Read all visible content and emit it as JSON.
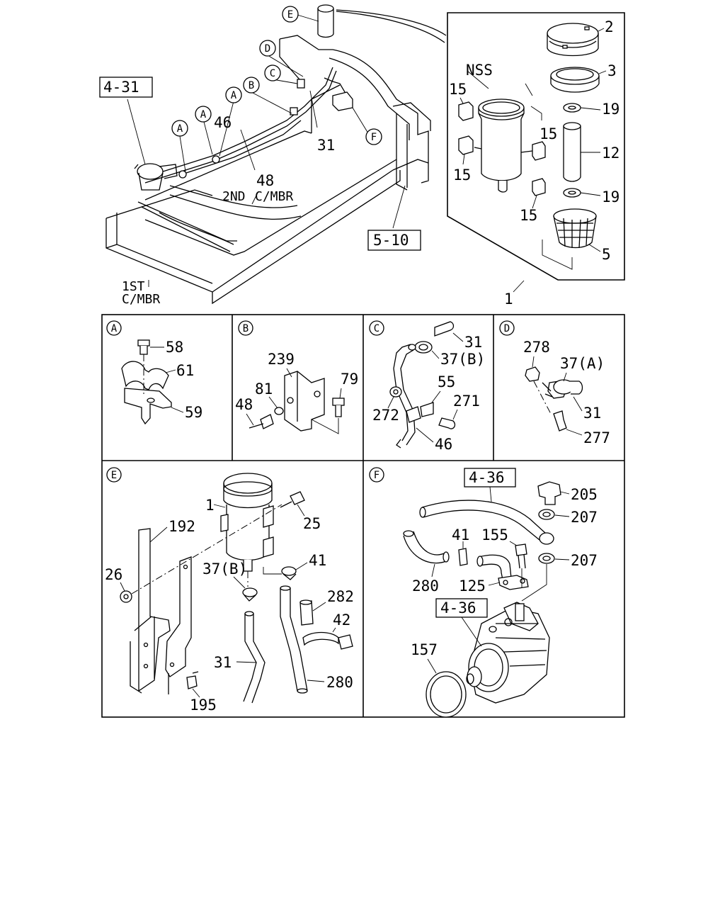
{
  "overview": {
    "ref_boxes": {
      "left": "4-31",
      "bottom": "5-10"
    },
    "member_labels": {
      "second_line1": "2ND",
      "second_line2": "C/MBR",
      "first_line1": "1ST",
      "first_line2": "C/MBR"
    },
    "detail_markers": [
      "A",
      "A",
      "A",
      "B",
      "C",
      "D",
      "E",
      "F"
    ],
    "callouts": {
      "hose_46": "46",
      "pipe_48": "48",
      "hose_31": "31"
    }
  },
  "tank_inset": {
    "callouts": {
      "nss": "NSS",
      "cap": "2",
      "ring": "3",
      "seal_top": "19",
      "tube": "12",
      "seal_bottom": "19",
      "filter": "5",
      "tank": "1",
      "clip_tl": "15",
      "clip_r": "15",
      "clip_l": "15",
      "clip_b": "15"
    }
  },
  "panels": {
    "A": {
      "marker": "A",
      "parts": {
        "bolt": "58",
        "clip": "61",
        "bracket": "59"
      }
    },
    "B": {
      "marker": "B",
      "parts": {
        "bracket": "239",
        "bolt": "79",
        "washer": "81",
        "pipe": "48"
      }
    },
    "C": {
      "marker": "C",
      "parts": {
        "hose": "31",
        "clamp": "37(B)",
        "clip": "55",
        "bolt": "271",
        "nut": "272",
        "pipe": "46"
      }
    },
    "D": {
      "marker": "D",
      "parts": {
        "nut": "278",
        "clamp": "37(A)",
        "hose": "31",
        "bolt": "277"
      }
    },
    "E": {
      "marker": "E",
      "parts": {
        "tank": "1",
        "bolt_top": "25",
        "bracket": "192",
        "nut": "26",
        "clamp_b": "37(B)",
        "clamp": "41",
        "sleeve": "282",
        "band": "42",
        "hose_31": "31",
        "hose_280": "280",
        "bolt_bottom": "195"
      }
    },
    "F": {
      "marker": "F",
      "ref_boxes": {
        "top": "4-36",
        "middle": "4-36"
      },
      "parts": {
        "bolt": "205",
        "washer_top": "207",
        "clamp": "41",
        "bolt_155": "155",
        "washer_bottom": "207",
        "hose": "280",
        "pipe": "125",
        "oring": "157"
      }
    }
  }
}
